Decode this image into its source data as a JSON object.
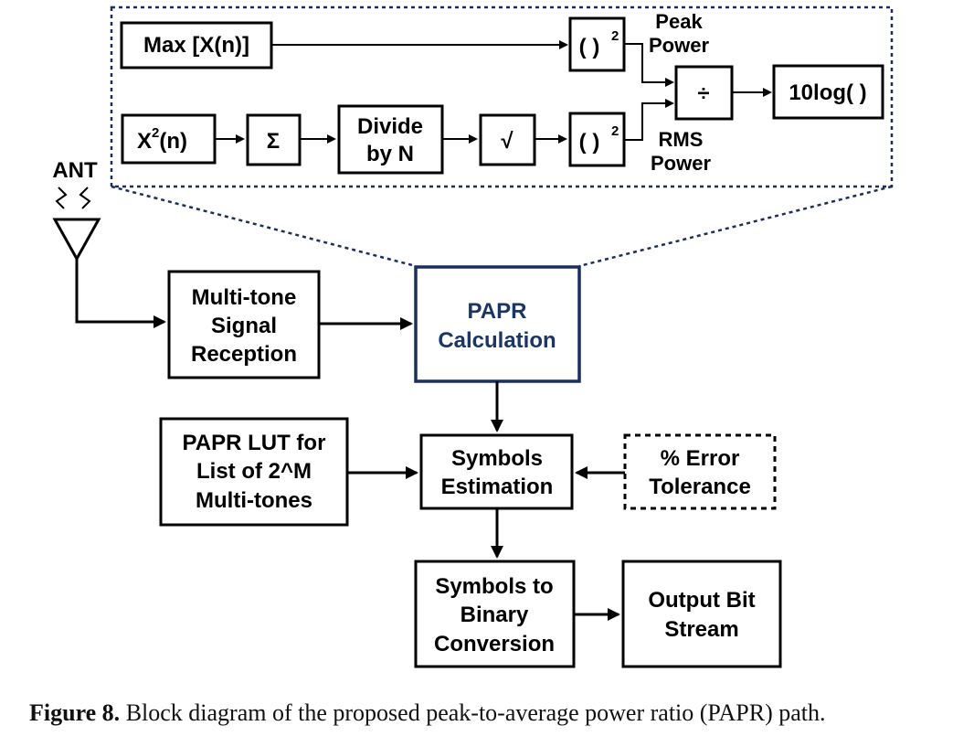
{
  "diagram": {
    "antenna_label": "ANT",
    "zoom": {
      "max_block": "Max [X(n)]",
      "x2_block": "X",
      "x2_sup": "2",
      "x2_tail": "(n)",
      "sum_block": "Σ",
      "divide_block": [
        "Divide",
        "by N"
      ],
      "sqrt_block": "√",
      "square_block": "( )",
      "square_sup": "2",
      "peak_label": [
        "Peak",
        "Power"
      ],
      "rms_label": [
        "RMS",
        "Power"
      ],
      "div_block": "÷",
      "log_block": "10log( )"
    },
    "blocks": {
      "reception": [
        "Multi-tone",
        "Signal",
        "Reception"
      ],
      "papr": [
        "PAPR",
        "Calculation"
      ],
      "lut": [
        "PAPR LUT for",
        "List of 2^M",
        "Multi-tones"
      ],
      "symbols_est": [
        "Symbols",
        "Estimation"
      ],
      "error_tol": [
        "% Error",
        "Tolerance"
      ],
      "sym_bin": [
        "Symbols to",
        "Binary",
        "Conversion"
      ],
      "output": [
        "Output Bit",
        "Stream"
      ]
    }
  },
  "caption": {
    "label": "Figure 8.",
    "text": " Block diagram of the proposed peak-to-average power ratio (PAPR) path."
  },
  "colors": {
    "papr_border": "#1a2f5e",
    "papr_text": "#1a3566"
  }
}
